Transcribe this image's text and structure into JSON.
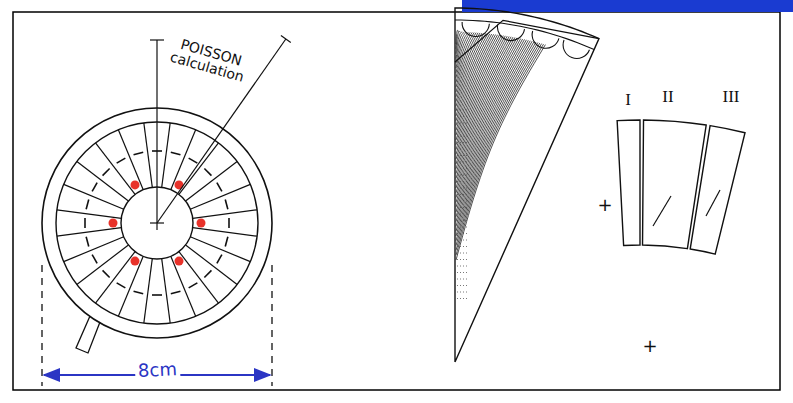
{
  "diagram": {
    "labels": [
      "POISSON calculation",
      "8cm",
      "I",
      "II",
      "III",
      "+",
      "+"
    ]
  }
}
